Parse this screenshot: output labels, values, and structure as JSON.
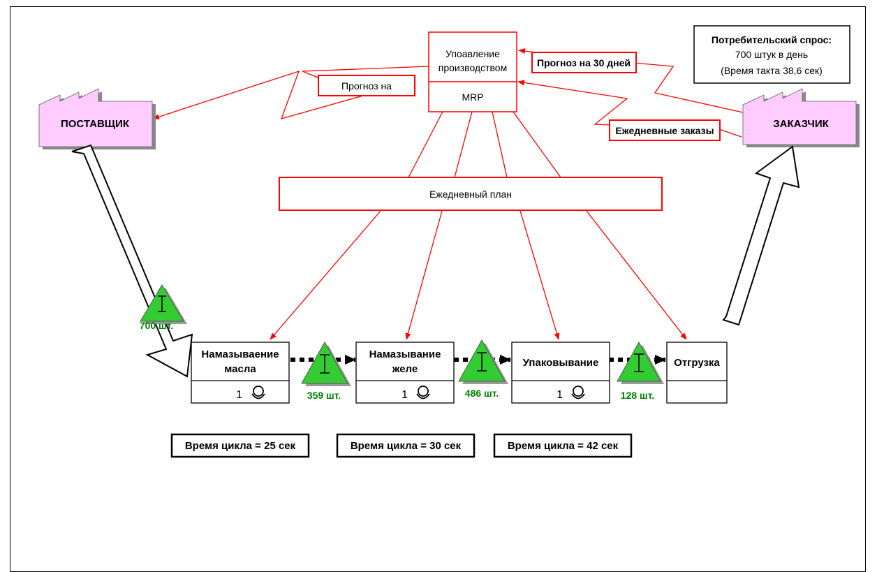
{
  "management": {
    "title_line1": "Упоавление",
    "title_line2": "производством",
    "system": "MRP"
  },
  "supplier": {
    "label": "ПОСТАВЩИК"
  },
  "customer": {
    "label": "ЗАКАЗЧИК"
  },
  "demand": {
    "line1": "Потребительский спрос:",
    "line2": "700 штук в день",
    "line3": "(Время такта 38,6 сек)"
  },
  "flows": {
    "supplier_forecast": "Прогноз на",
    "customer_forecast": "Прогноз на 30 дней",
    "daily_orders": "Ежедневные заказы",
    "daily_plan": "Ежедневный план"
  },
  "processes": [
    {
      "line1": "Намазываение",
      "line2": "масла",
      "operators": "1",
      "cycle": "Время цикла = 25 сек"
    },
    {
      "line1": "Намазывание",
      "line2": "желе",
      "operators": "1",
      "cycle": "Время цикла = 30 сек"
    },
    {
      "line1": "Упаковывание",
      "line2": "",
      "operators": "1",
      "cycle": "Время цикла = 42 сек"
    },
    {
      "line1": "Отгрузка",
      "line2": ""
    }
  ],
  "inventory": [
    {
      "qty": "700 шт."
    },
    {
      "qty": "359 шт."
    },
    {
      "qty": "486 шт."
    },
    {
      "qty": "128 шт."
    }
  ],
  "colors": {
    "info_flow": "#ff0000",
    "factory_fill": "#ffccff",
    "inventory_fill": "#33cc33",
    "inventory_text": "#008000"
  }
}
